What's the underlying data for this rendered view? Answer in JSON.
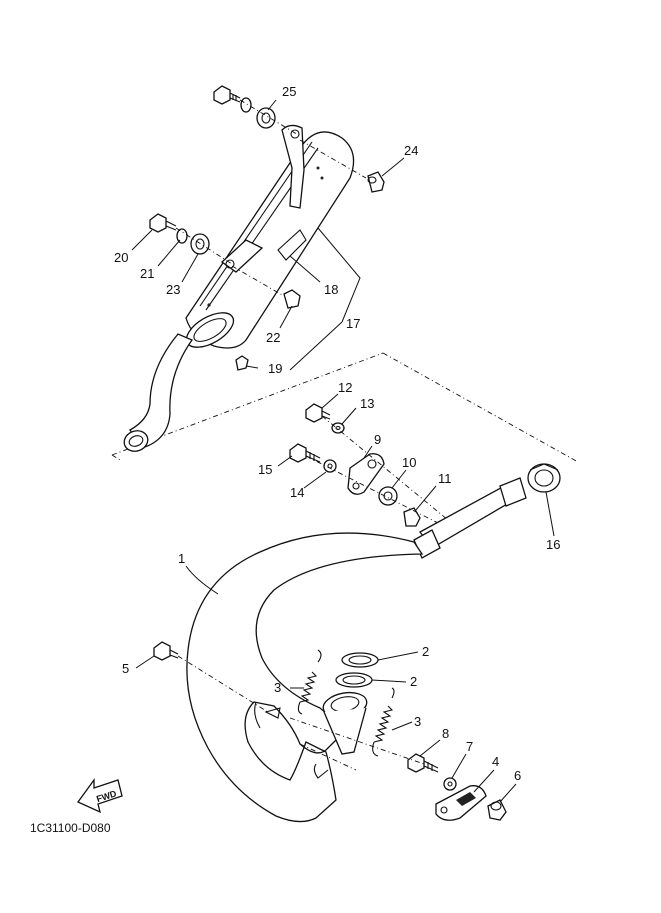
{
  "diagram": {
    "code": "1C31100-D080",
    "fwd_label": "FWD",
    "callouts": [
      {
        "id": "c1",
        "text": "1"
      },
      {
        "id": "c2a",
        "text": "2"
      },
      {
        "id": "c2b",
        "text": "2"
      },
      {
        "id": "c3a",
        "text": "3"
      },
      {
        "id": "c3b",
        "text": "3"
      },
      {
        "id": "c4",
        "text": "4"
      },
      {
        "id": "c5",
        "text": "5"
      },
      {
        "id": "c6",
        "text": "6"
      },
      {
        "id": "c7",
        "text": "7"
      },
      {
        "id": "c8",
        "text": "8"
      },
      {
        "id": "c9",
        "text": "9"
      },
      {
        "id": "c10",
        "text": "10"
      },
      {
        "id": "c11",
        "text": "11"
      },
      {
        "id": "c12",
        "text": "12"
      },
      {
        "id": "c13",
        "text": "13"
      },
      {
        "id": "c14",
        "text": "14"
      },
      {
        "id": "c15",
        "text": "15"
      },
      {
        "id": "c16",
        "text": "16"
      },
      {
        "id": "c17",
        "text": "17"
      },
      {
        "id": "c18",
        "text": "18"
      },
      {
        "id": "c19",
        "text": "19"
      },
      {
        "id": "c20",
        "text": "20"
      },
      {
        "id": "c21",
        "text": "21"
      },
      {
        "id": "c22",
        "text": "22"
      },
      {
        "id": "c23",
        "text": "23"
      },
      {
        "id": "c24",
        "text": "24"
      },
      {
        "id": "c25",
        "text": "25"
      }
    ]
  }
}
